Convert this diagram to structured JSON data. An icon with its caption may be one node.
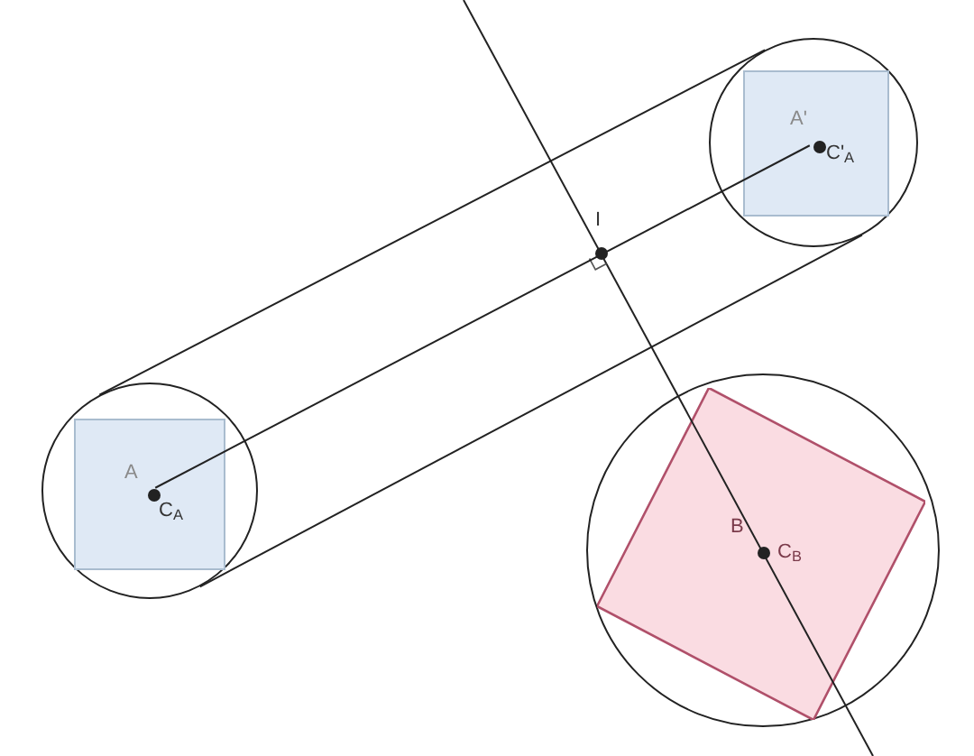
{
  "diagram": {
    "nodes": [
      {
        "text": [],
        "shape": "circle"
      },
      {
        "text": [
          "A"
        ],
        "in": 0
      },
      {
        "text": [
          "C$_{A}$"
        ],
        "in": 1
      },
      {
        "text": [],
        "shape": "circle"
      },
      {
        "text": [
          "A'"
        ],
        "in": 3
      },
      {
        "text": [
          "C'$_{A}$"
        ],
        "in": 4
      },
      {
        "text": [],
        "shape": "circle"
      },
      {
        "text": [
          "B"
        ],
        "in": 6
      },
      {
        "text": [
          "C$_{B}$"
        ],
        "in": 7
      },
      {
        "text": [
          "I"
        ]
      }
    ],
    "edges": [
      {
        "from": 2,
        "to": 5,
        "arrow": "none"
      },
      {
        "from": 0,
        "to": 3,
        "arrow": "none"
      },
      {
        "from": 0,
        "to": 3,
        "arrow": "none"
      }
    ]
  }
}
